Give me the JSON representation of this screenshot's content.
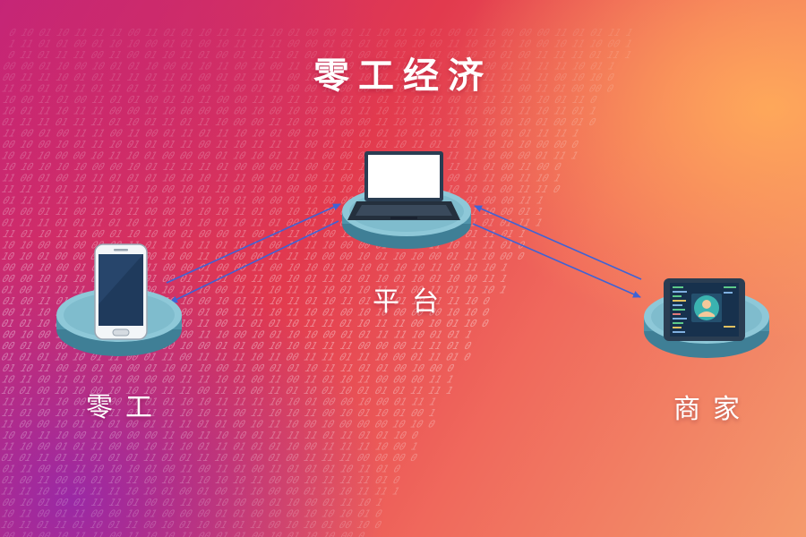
{
  "title": "零工经济",
  "nodes": {
    "platform": {
      "label": "平台",
      "device": "laptop-icon"
    },
    "worker": {
      "label": "零工",
      "device": "smartphone-icon"
    },
    "merchant": {
      "label": "商家",
      "device": "tablet-icon"
    }
  },
  "connections": [
    {
      "from": "worker",
      "to": "platform",
      "style": "double-arrow"
    },
    {
      "from": "platform",
      "to": "merchant",
      "style": "double-arrow"
    }
  ],
  "colors": {
    "arrow": "#3d63d6",
    "platform_top": "#8ec8d8",
    "platform_side": "#4f93aa",
    "device_dark": "#2a3d52",
    "screen_blue": "#1f3a5c",
    "avatar": "#3bb3b0",
    "code_green": "#5cc98a"
  },
  "background_pattern": "binary-digits"
}
